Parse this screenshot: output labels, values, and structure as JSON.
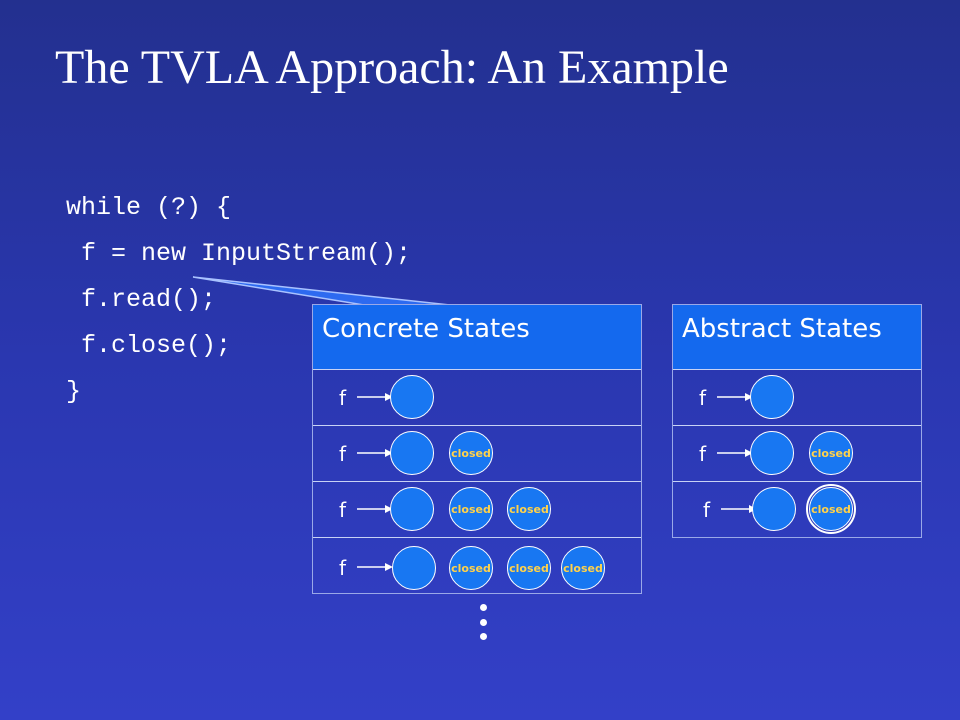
{
  "slide": {
    "title": "The TVLA Approach: An Example"
  },
  "code": {
    "lines": [
      "while (?) {",
      " f = new InputStream();",
      " f.read();",
      " f.close();",
      "}"
    ]
  },
  "concrete": {
    "header": "Concrete States",
    "rows": [
      {
        "var": "f",
        "closed": []
      },
      {
        "var": "f",
        "closed": [
          "closed"
        ]
      },
      {
        "var": "f",
        "closed": [
          "closed",
          "closed"
        ]
      },
      {
        "var": "f",
        "closed": [
          "closed",
          "closed",
          "closed"
        ]
      }
    ]
  },
  "abstract": {
    "header": "Abstract States",
    "rows": [
      {
        "var": "f",
        "closed": []
      },
      {
        "var": "f",
        "closed": [
          "closed"
        ]
      },
      {
        "var": "f",
        "closed": [
          "closed"
        ],
        "summary": true
      }
    ]
  },
  "colors": {
    "background": "#2a37b0",
    "header": "#1469ee",
    "node": "#1877f2",
    "closed_label": "#ffd24a"
  },
  "icons": {
    "continuation": "vertical-ellipsis-icon",
    "callout": "callout-pointer-icon"
  }
}
